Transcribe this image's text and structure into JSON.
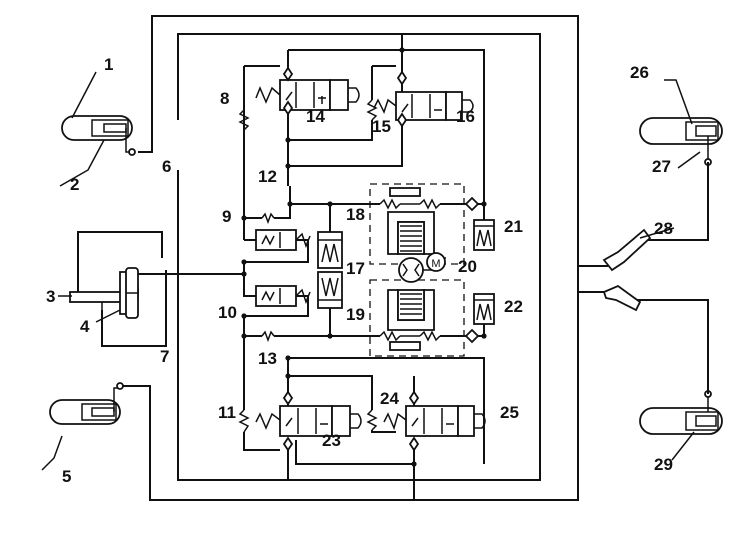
{
  "labels": {
    "n1": "1",
    "n2": "2",
    "n3": "3",
    "n4": "4",
    "n5": "5",
    "n6": "6",
    "n7": "7",
    "n8": "8",
    "n9": "9",
    "n10": "10",
    "n11": "11",
    "n12": "12",
    "n13": "13",
    "n14": "14",
    "n15": "15",
    "n16": "16",
    "n17": "17",
    "n18": "18",
    "n19": "19",
    "n20": "20",
    "n21": "21",
    "n22": "22",
    "n23": "23",
    "n24": "24",
    "n25": "25",
    "n26": "26",
    "n27": "27",
    "n28": "28",
    "n29": "29"
  },
  "motor_symbol": "M"
}
